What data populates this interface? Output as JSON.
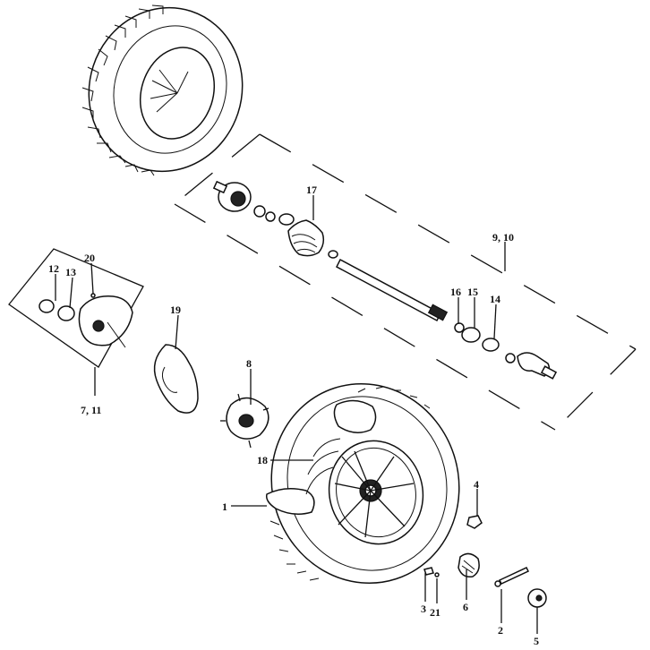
{
  "callouts": {
    "c1": "1",
    "c2": "2",
    "c3": "3",
    "c4": "4",
    "c5": "5",
    "c6": "6",
    "c7_11": "7, 11",
    "c8": "8",
    "c9_10": "9, 10",
    "c12": "12",
    "c13": "13",
    "c14": "14",
    "c15": "15",
    "c16": "16",
    "c17": "17",
    "c18": "18",
    "c19": "19",
    "c20": "20",
    "c21": "21"
  }
}
